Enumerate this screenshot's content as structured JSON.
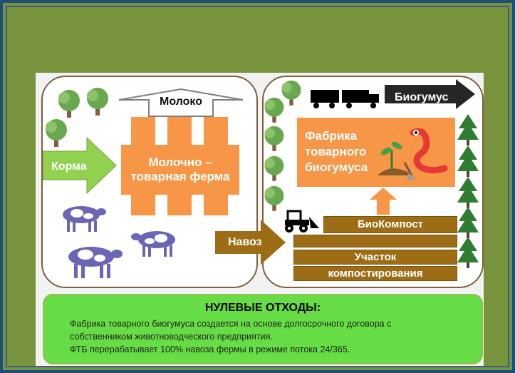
{
  "farm_box": {
    "milk_label": "Молоко",
    "feed_label": "Корма",
    "farm_label_line1": "Молочно –",
    "farm_label_line2": "товарная ферма",
    "manure_label": "Навоз"
  },
  "factory_box": {
    "biohumus_label": "Биогумус",
    "factory_line1": "Фабрика",
    "factory_line2": "товарного",
    "factory_line3": "биогумуса",
    "biocompost_label": "БиоКомпост",
    "composting_line1": "Участок",
    "composting_line2": "компостирования"
  },
  "zero_waste": {
    "title": "НУЛЕВЫЕ ОТХОДЫ:",
    "line1": "Фабрика товарного биогумуса создается на основе долгосрочного договора с",
    "line2": "собственником  животноводческого предприятия.",
    "line3": "ФТБ перерабатывает 100% навоза фермы в режиме потока 24/365."
  },
  "colors": {
    "background": "#77933c",
    "orange": "#f79646",
    "green_arrow": "#92d050",
    "brown": "#9c6d15",
    "green_box": "#66dd44",
    "dark_arrow": "#262626"
  }
}
